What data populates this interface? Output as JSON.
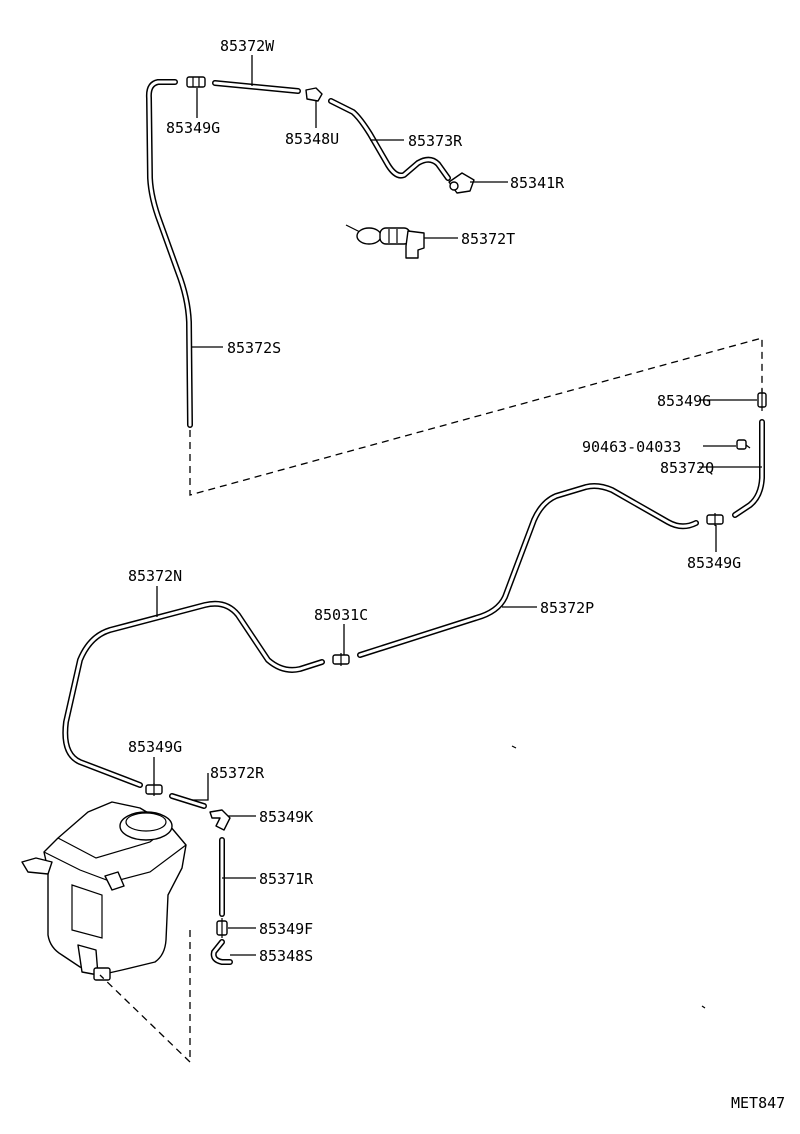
{
  "labels": {
    "p85372W": "85372W",
    "p85349G_top": "85349G",
    "p85348U": "85348U",
    "p85373R": "85373R",
    "p85341R": "85341R",
    "p85372T": "85372T",
    "p85372S": "85372S",
    "p85349G_right": "85349G",
    "p90463": "90463-04033",
    "p85372Q": "85372Q",
    "p85349G_mid": "85349G",
    "p85372N": "85372N",
    "p85031C": "85031C",
    "p85372P": "85372P",
    "p85349G_low": "85349G",
    "p85372R": "85372R",
    "p85349K": "85349K",
    "p85371R": "85371R",
    "p85349F": "85349F",
    "p85348S": "85348S"
  },
  "diagram_code": "MET847"
}
